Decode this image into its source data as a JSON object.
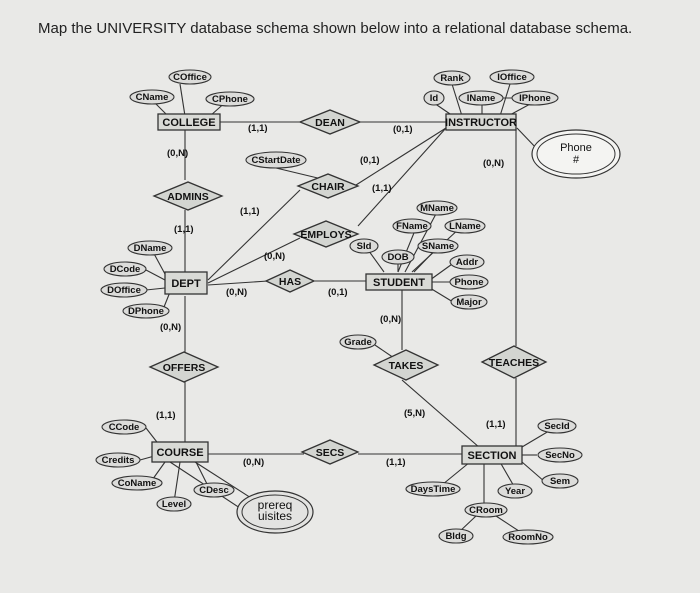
{
  "title": "Map the UNIVERSITY database schema shown below into a relational database schema.",
  "entities": {
    "college": "COLLEGE",
    "instructor": "INSTRUCTOR",
    "dept": "DEPT",
    "student": "STUDENT",
    "course": "COURSE",
    "section": "SECTION"
  },
  "relationships": {
    "dean": "DEAN",
    "chair": "CHAIR",
    "admins": "ADMINS",
    "employs": "EMPLOYS",
    "has": "HAS",
    "offers": "OFFERS",
    "takes": "TAKES",
    "teaches": "TEACHES",
    "secs": "SECS",
    "prereq": "prereq uisites"
  },
  "attributes": {
    "coffice": "COffice",
    "cname": "CName",
    "cphone": "CPhone",
    "rank": "Rank",
    "ioffice": "IOffice",
    "id": "Id",
    "iname": "IName",
    "iphone": "IPhone",
    "phone_num": "Phone #",
    "cstartdate": "CStartDate",
    "mname": "MName",
    "fname": "FName",
    "lname": "LName",
    "sid": "SId",
    "sname": "SName",
    "dob": "DOB",
    "addr": "Addr",
    "phone": "Phone",
    "major": "Major",
    "dname": "DName",
    "dcode": "DCode",
    "doffice": "DOffice",
    "dphone": "DPhone",
    "grade": "Grade",
    "ccode": "CCode",
    "credits": "Credits",
    "coname": "CoName",
    "level": "Level",
    "cdesc": "CDesc",
    "daystime": "DaysTime",
    "year": "Year",
    "croom": "CRoom",
    "bldg": "Bldg",
    "roomno": "RoomNo",
    "secid": "SecId",
    "secno": "SecNo",
    "sem": "Sem"
  },
  "cardinalities": {
    "college_dean": "(1,1)",
    "instructor_dean": "(0,1)",
    "college_admins": "(0,N)",
    "dept_admins": "(1,1)",
    "dept_chair": "(1,1)",
    "instructor_chair": "(0,1)",
    "instructor_employs": "(1,1)",
    "dept_employs": "(0,N)",
    "instructor_teaches": "(0,N)",
    "dept_has": "(0,N)",
    "student_has": "(0,1)",
    "dept_offers": "(0,N)",
    "course_offers": "(1,1)",
    "student_takes": "(0,N)",
    "section_takes": "(5,N)",
    "section_teaches": "(1,1)",
    "course_secs": "(0,N)",
    "section_secs": "(1,1)"
  }
}
